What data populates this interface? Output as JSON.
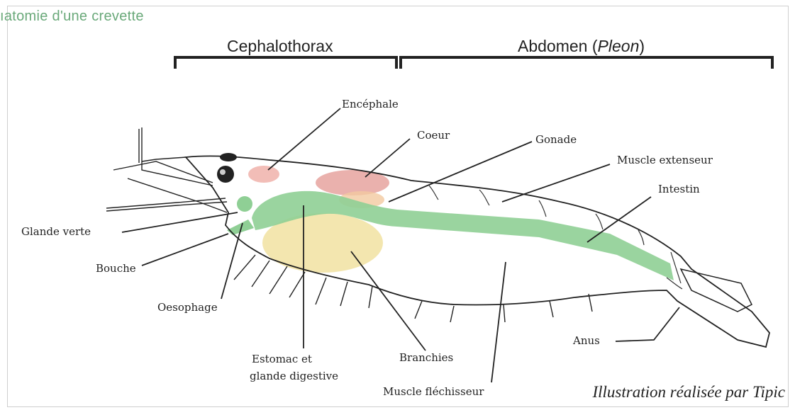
{
  "title": "ıatomie d'une crevette",
  "regions": {
    "cephalothorax": "Cephalothorax",
    "abdomen": "Abdomen",
    "abdomen_alt": "Pleon"
  },
  "labels": {
    "encephale": "Encéphale",
    "coeur": "Coeur",
    "gonade": "Gonade",
    "muscle_extenseur": "Muscle extenseur",
    "intestin": "Intestin",
    "glande_verte": "Glande verte",
    "bouche": "Bouche",
    "oesophage": "Oesophage",
    "estomac_line1": "Estomac et",
    "estomac_line2": "glande digestive",
    "branchies": "Branchies",
    "muscle_flechisseur": "Muscle fléchisseur",
    "anus": "Anus"
  },
  "credit": "Illustration réalisée par Tipic",
  "colors": {
    "green_organ": "#8fcf95",
    "yellow_organ": "#f2e3a6",
    "heart": "#e9a7a0",
    "outline": "#222222"
  }
}
